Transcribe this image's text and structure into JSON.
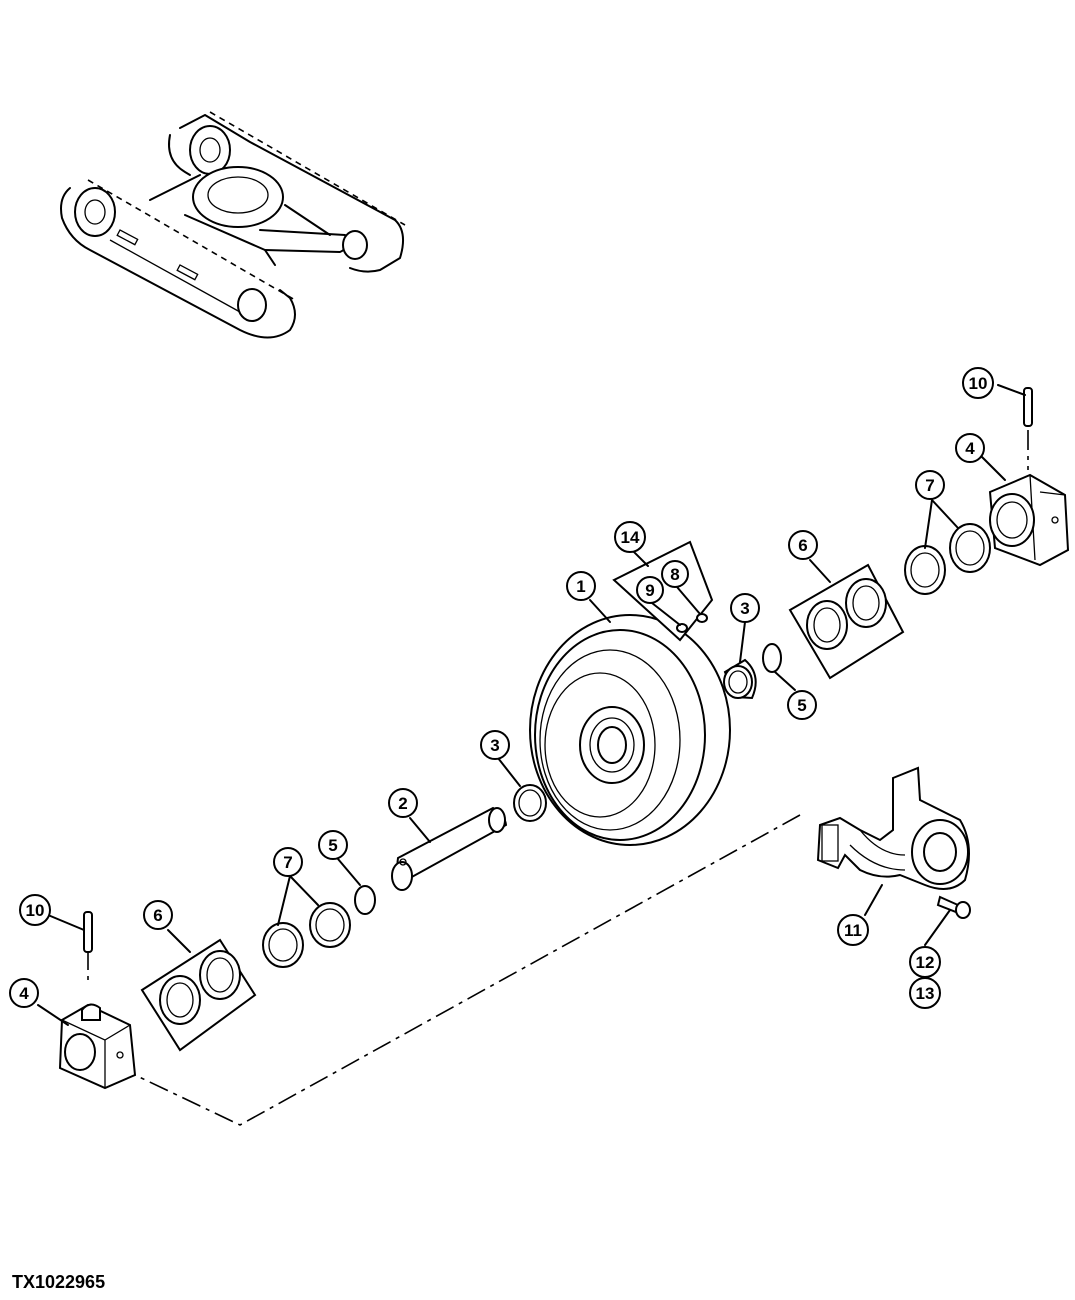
{
  "figure_id": "TX1022965",
  "callouts": {
    "c1": "1",
    "c2": "2",
    "c3a": "3",
    "c3b": "3",
    "c4a": "4",
    "c4b": "4",
    "c5a": "5",
    "c5b": "5",
    "c6a": "6",
    "c6b": "6",
    "c7a": "7",
    "c7b": "7",
    "c8": "8",
    "c9": "9",
    "c10a": "10",
    "c10b": "10",
    "c11": "11",
    "c12": "12",
    "c13": "13",
    "c14": "14"
  }
}
